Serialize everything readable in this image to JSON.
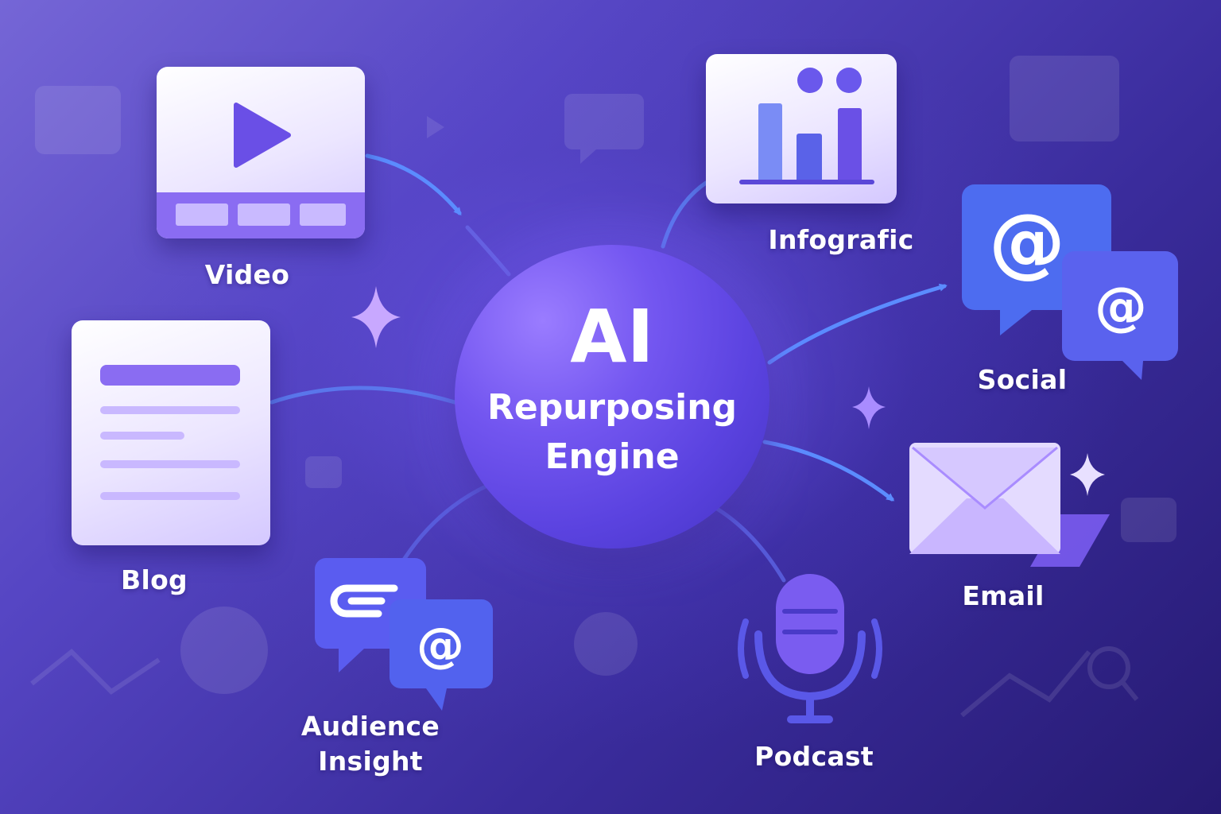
{
  "hub": {
    "title": "AI",
    "subtitle_line1": "Repurposing",
    "subtitle_line2": "Engine"
  },
  "nodes": {
    "video": {
      "label": "Video",
      "icon": "video-player-icon"
    },
    "blog": {
      "label": "Blog",
      "icon": "document-icon"
    },
    "audience": {
      "label_line1": "Audience",
      "label_line2": "Insight",
      "icon": "chat-bubbles-icon"
    },
    "infografic": {
      "label": "Infografic",
      "icon": "bar-chart-icon"
    },
    "social": {
      "label": "Social",
      "icon": "at-sign-chat-icon"
    },
    "email": {
      "label": "Email",
      "icon": "envelope-icon"
    },
    "podcast": {
      "label": "Podcast",
      "icon": "microphone-icon"
    }
  },
  "colors": {
    "background_start": "#7566d6",
    "background_end": "#261a72",
    "hub": "#5b43e0",
    "connector": "#5b8cff",
    "card": "#ece6ff",
    "accent_purple": "#7a5cf0",
    "accent_blue": "#4a6ff0",
    "sparkle": "#c8a8ff"
  }
}
